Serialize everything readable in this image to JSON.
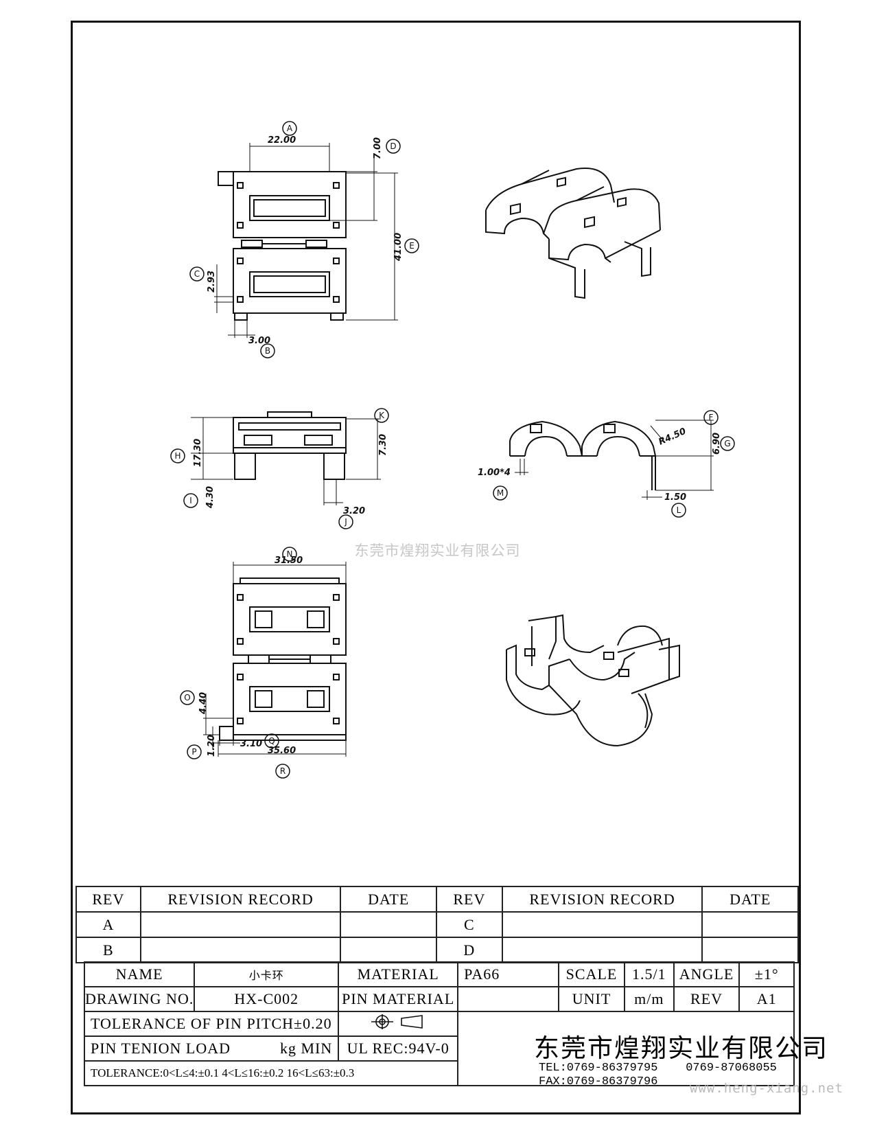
{
  "balloons": {
    "A": "A",
    "B": "B",
    "C": "C",
    "D": "D",
    "E": "E",
    "F": "F",
    "G": "G",
    "H": "H",
    "I": "I",
    "J": "J",
    "K": "K",
    "L": "L",
    "M": "M",
    "N": "N",
    "O": "O",
    "P": "P",
    "Q": "Q",
    "R": "R"
  },
  "dimensions": {
    "A": "22.00",
    "B": "3.00",
    "C": "2.93",
    "D": "7.00",
    "E": "41.00",
    "F": "R4.50",
    "G": "6.90",
    "H": "17.30",
    "I": "4.30",
    "J": "3.20",
    "K": "7.30",
    "L": "1.50",
    "M": "1.00*4",
    "N": "31.50",
    "O": "4.40",
    "P": "1.20",
    "Q": "3.10",
    "R": "35.60"
  },
  "watermark": "东莞市煌翔实业有限公司",
  "website": "www.heng-xiang.net",
  "revision_table": {
    "header": {
      "rev": "REV",
      "record": "REVISION RECORD",
      "date": "DATE"
    },
    "rows": [
      {
        "left_rev": "A",
        "right_rev": "C"
      },
      {
        "left_rev": "B",
        "right_rev": "D"
      }
    ]
  },
  "title_block": {
    "name_label": "NAME",
    "name_value": "小卡环",
    "material_label": "MATERIAL",
    "material_value": "PA66",
    "scale_label": "SCALE",
    "scale_value": "1.5/1",
    "angle_label": "ANGLE",
    "angle_value": "±1°",
    "drawing_no_label": "DRAWING NO.",
    "drawing_no_value": "HX-C002",
    "pin_material_label": "PIN MATERIAL",
    "pin_material_value": "",
    "unit_label": "UNIT",
    "unit_value": "m/m",
    "rev_label": "REV",
    "rev_value": "A1",
    "tolerance_pitch": "TOLERANCE OF PIN PITCH±0.20",
    "pin_load_label": "PIN TENION LOAD",
    "pin_load_unit": "kg MIN",
    "ul_rec": "UL REC:94V-0",
    "tolerance_general": "TOLERANCE:0<L≤4:±0.1  4<L≤16:±0.2  16<L≤63:±0.3",
    "company": "东莞市煌翔实业有限公司",
    "tel": "TEL:0769-86379795    0769-87068055",
    "fax": "FAX:0769-86379796"
  }
}
